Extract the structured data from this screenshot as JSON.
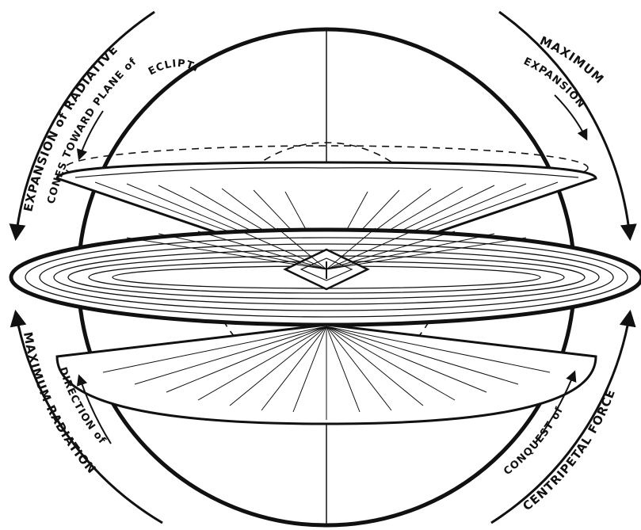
{
  "labels": {
    "expansion_radiative": "EXPANSION of RADIATIVE",
    "cones_toward_plane": "CONES TOWARD PLANE of",
    "ecliptic": "ECLIPTIC",
    "maximum": "MAXIMUM",
    "expansion": "EXPANSION",
    "maximum_radiation": "MAXIMUM RADIATION",
    "direction_of": "DIRECTION of",
    "conquest_of": "CONQUEST of",
    "centripetal_force": "CENTRIPETAL FORCE"
  },
  "colors": {
    "ink": "#111111",
    "background": "#ffffff"
  }
}
